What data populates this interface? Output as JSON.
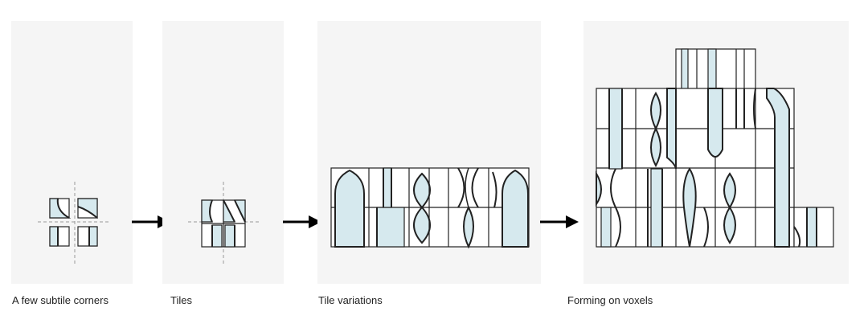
{
  "steps": [
    {
      "caption": "A few subtile corners"
    },
    {
      "caption": "Tiles"
    },
    {
      "caption": "Tile variations"
    },
    {
      "caption": "Forming on voxels"
    }
  ],
  "colors": {
    "panel_bg": "#f5f5f5",
    "tile_fill": "#d6e9ee",
    "stroke": "#222222",
    "guide": "#999999",
    "arrow": "#000000"
  }
}
